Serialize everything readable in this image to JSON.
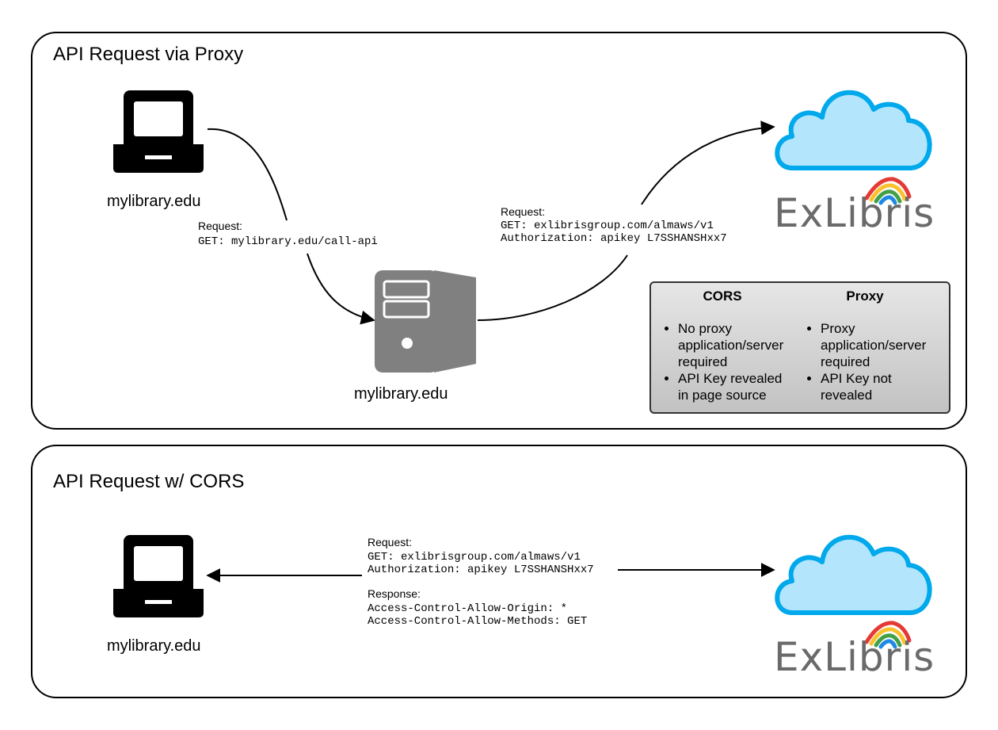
{
  "proxy_panel": {
    "title": "API Request via Proxy",
    "client_label": "mylibrary.edu",
    "server_label": "mylibrary.edu",
    "request1": {
      "label": "Request:",
      "code": "GET: mylibrary.edu/call-api"
    },
    "request2": {
      "label": "Request:",
      "code": "GET: exlibrisgroup.com/almaws/v1\nAuthorization: apikey L7SSHANSHxx7"
    },
    "comparison": {
      "cors": {
        "heading": "CORS",
        "items": [
          "No proxy application/server required",
          "API Key revealed in page source"
        ]
      },
      "proxy": {
        "heading": "Proxy",
        "items": [
          "Proxy application/server required",
          "API Key not revealed"
        ]
      }
    },
    "logo_text": "ExLibris"
  },
  "cors_panel": {
    "title": "API Request w/ CORS",
    "client_label": "mylibrary.edu",
    "request": {
      "label": "Request:",
      "code": "GET: exlibrisgroup.com/almaws/v1\nAuthorization: apikey L7SSHANSHxx7"
    },
    "response": {
      "label": "Response:",
      "code": "Access-Control-Allow-Origin: *\nAccess-Control-Allow-Methods: GET"
    },
    "logo_text": "ExLibris"
  },
  "colors": {
    "cloud_fill": "#b3e5fc",
    "cloud_stroke": "#00a8ec",
    "icon_dark": "#000000",
    "server_gray": "#808080",
    "logo_gray": "#6a6a6a"
  }
}
